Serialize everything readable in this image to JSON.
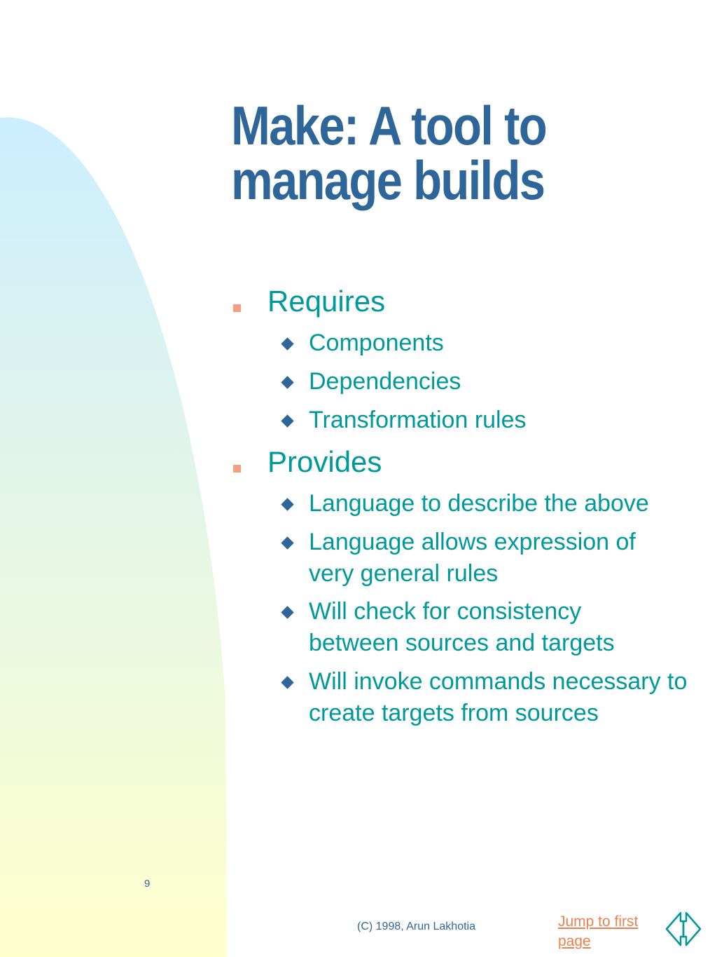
{
  "slide": {
    "title_line1": "Make: A tool to",
    "title_line2": "manage builds",
    "section1": {
      "label": "Requires",
      "items": [
        "Components",
        "Dependencies",
        "Transformation rules"
      ]
    },
    "section2": {
      "label": "Provides",
      "items": [
        "Language to describe the above",
        "Language allows expression of very general rules",
        "Will check for consistency between sources and targets",
        "Will invoke commands necessary to create targets from sources"
      ]
    },
    "page_number": "9",
    "copyright": "(C) 1998, Arun Lakhotia",
    "jump_link": "Jump to first page"
  },
  "icons": {
    "section_bullet": "square-bullet-icon",
    "item_bullet": "diamond-bullet-icon",
    "nav": "navigation-arrows-icon"
  },
  "colors": {
    "title": "#2e6699",
    "body_text": "#009999",
    "square_bullet": "#f4a080",
    "diamond_bullet": "#2e6699",
    "link": "#f08050",
    "gradient_top": "#cceeff",
    "gradient_bottom": "#ffffcc"
  }
}
